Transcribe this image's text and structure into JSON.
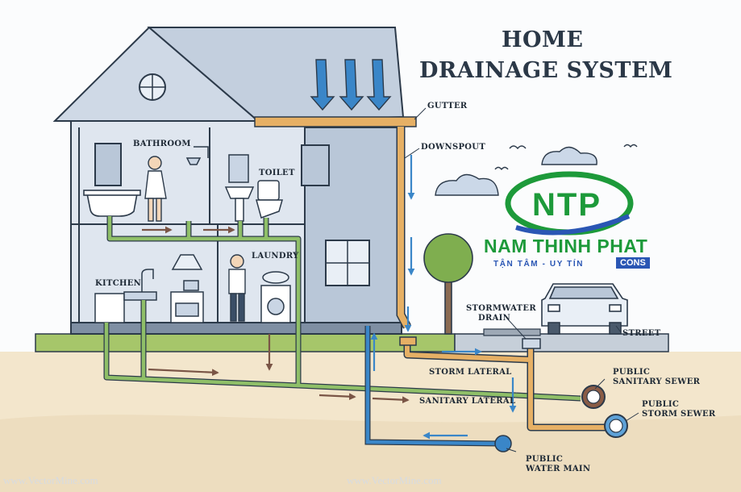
{
  "title": {
    "line1": "HOME",
    "line2": "DRAINAGE SYSTEM"
  },
  "labels": {
    "gutter": "GUTTER",
    "downspout": "DOWNSPOUT",
    "bathroom": "BATHROOM",
    "toilet": "TOILET",
    "laundry": "LAUNDRY",
    "kitchen": "KITCHEN",
    "stormwater_drain_1": "STORMWATER",
    "stormwater_drain_2": "DRAIN",
    "street": "STREET",
    "storm_lateral": "STORM LATERAL",
    "sanitary_lateral": "SANITARY LATERAL",
    "public_sanitary_sewer_1": "PUBLIC",
    "public_sanitary_sewer_2": "SANITARY SEWER",
    "public_storm_sewer_1": "PUBLIC",
    "public_storm_sewer_2": "STORM SEWER",
    "public_water_main_1": "PUBLIC",
    "public_water_main_2": "WATER MAIN"
  },
  "logo": {
    "initials": "NTP",
    "name": "NAM THINH PHAT",
    "tagline": "TẬN TÂM - UY TÍN",
    "suffix": "CONS"
  },
  "watermarks": {
    "left": "www.VectorMine.com",
    "center": "www.VectorMine.com"
  },
  "colors": {
    "house_wall": "#b9c7d8",
    "roof": "#c9d5e4",
    "outline": "#2c3a4a",
    "gray_water_pipe": "#8fbf68",
    "storm_pipe": "#e6b065",
    "clean_water_pipe": "#3a86c8",
    "flow_arrow_blue": "#3a86c8",
    "flow_arrow_brown": "#7a5546",
    "grass": "#a6c66a",
    "soil": "#f0e2c8",
    "logo_green": "#1d9a3a",
    "logo_blue": "#2a56b4"
  }
}
